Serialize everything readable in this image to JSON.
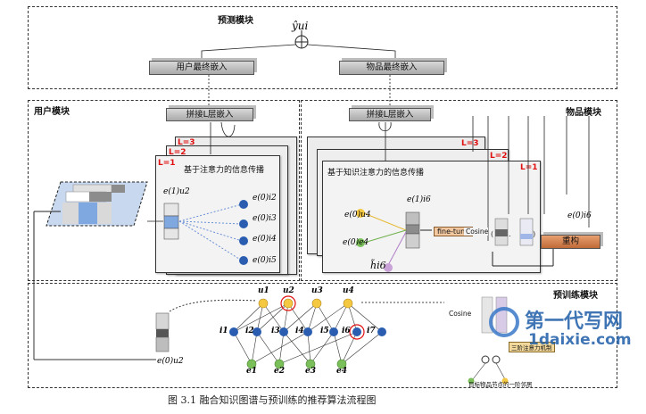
{
  "prediction_module": {
    "title": "预测模块",
    "output": "ŷui",
    "user_final": "用户最终嵌入",
    "item_final": "物品最终嵌入"
  },
  "user_module": {
    "title": "用户模块",
    "concat": "拼接L层嵌入",
    "layers": [
      "L=3",
      "L=2",
      "L=1"
    ],
    "propagation": "基于注意力的信息传播",
    "center": "e(1)u2",
    "neighbors": [
      "e(0)i2",
      "e(0)i3",
      "e(0)i4",
      "e(0)i5"
    ]
  },
  "item_module": {
    "title": "物品模块",
    "concat": "拼接L层嵌入",
    "layers": [
      "L=3",
      "L=2",
      "L=1"
    ],
    "propagation": "基于知识注意力的信息传播",
    "center": "e(1)i6",
    "neighbors": [
      "e(0)u4",
      "e(0)e4"
    ],
    "h_tilde": "h̃i6",
    "fine_tune": "fine-tune",
    "cosine": "Cosine",
    "side_vec": "e(0)i6",
    "reconstruct": "重构"
  },
  "pretrain_module": {
    "title": "预训练模块",
    "users": [
      "u1",
      "u2",
      "u3",
      "u4"
    ],
    "items": [
      "i1",
      "i2",
      "i3",
      "i4",
      "i5",
      "i6",
      "i7"
    ],
    "entities": [
      "e1",
      "e2",
      "e3",
      "e4"
    ],
    "user_vec": "e(0)u2",
    "cosine": "Cosine",
    "small_box": "三阶注意力机制",
    "bottom_note": "目标物品节点的一阶邻居"
  },
  "colors": {
    "user_node": "#f5c842",
    "item_node": "#2a5db0",
    "entity_node": "#7bbf5a",
    "htilde_node": "#c9a2d8",
    "accent_red": "#e01010",
    "highlight": "#7fa7e0"
  },
  "watermark": {
    "brand": "第一代写网",
    "url": "1daixie.com"
  },
  "caption": "图 3.1    融合知识图谱与预训练的推荐算法流程图"
}
